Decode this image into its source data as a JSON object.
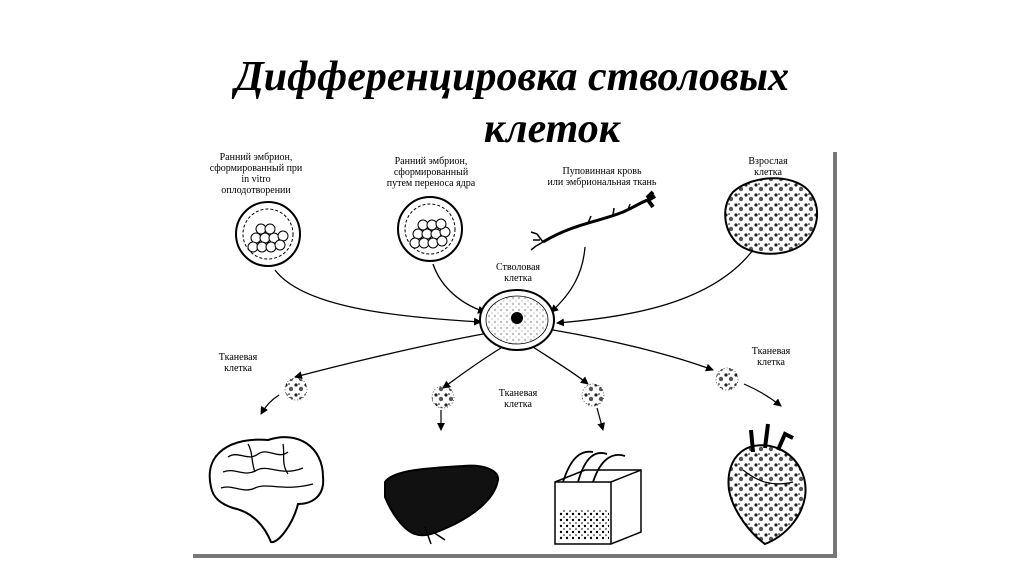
{
  "title": {
    "line1": "Дифференцировка стволовых",
    "line2": "клеток"
  },
  "diagram": {
    "sources": [
      {
        "id": "ivf-embryo",
        "label": "Ранний эмбрион,\nсформированный при\nin vitro\nоплодотворении"
      },
      {
        "id": "nuclear-transfer-embryo",
        "label": "Ранний эмбрион,\nсформированный\nпутем переноса ядра"
      },
      {
        "id": "cord-blood",
        "label": "Пуповинная кровь\nили эмбриональная ткань"
      },
      {
        "id": "adult-cell",
        "label": "Взрослая\nклетка"
      }
    ],
    "center": {
      "label": "Стволовая\nклетка"
    },
    "tissue_cells": [
      {
        "id": "tissue-left",
        "label": "Тканевая\nклетка"
      },
      {
        "id": "tissue-middle",
        "label": "Тканевая\nклетка"
      },
      {
        "id": "tissue-right",
        "label": "Тканевая\nклетка"
      }
    ],
    "organs": [
      "brain-icon",
      "liver-icon",
      "skin-icon",
      "heart-icon"
    ]
  }
}
